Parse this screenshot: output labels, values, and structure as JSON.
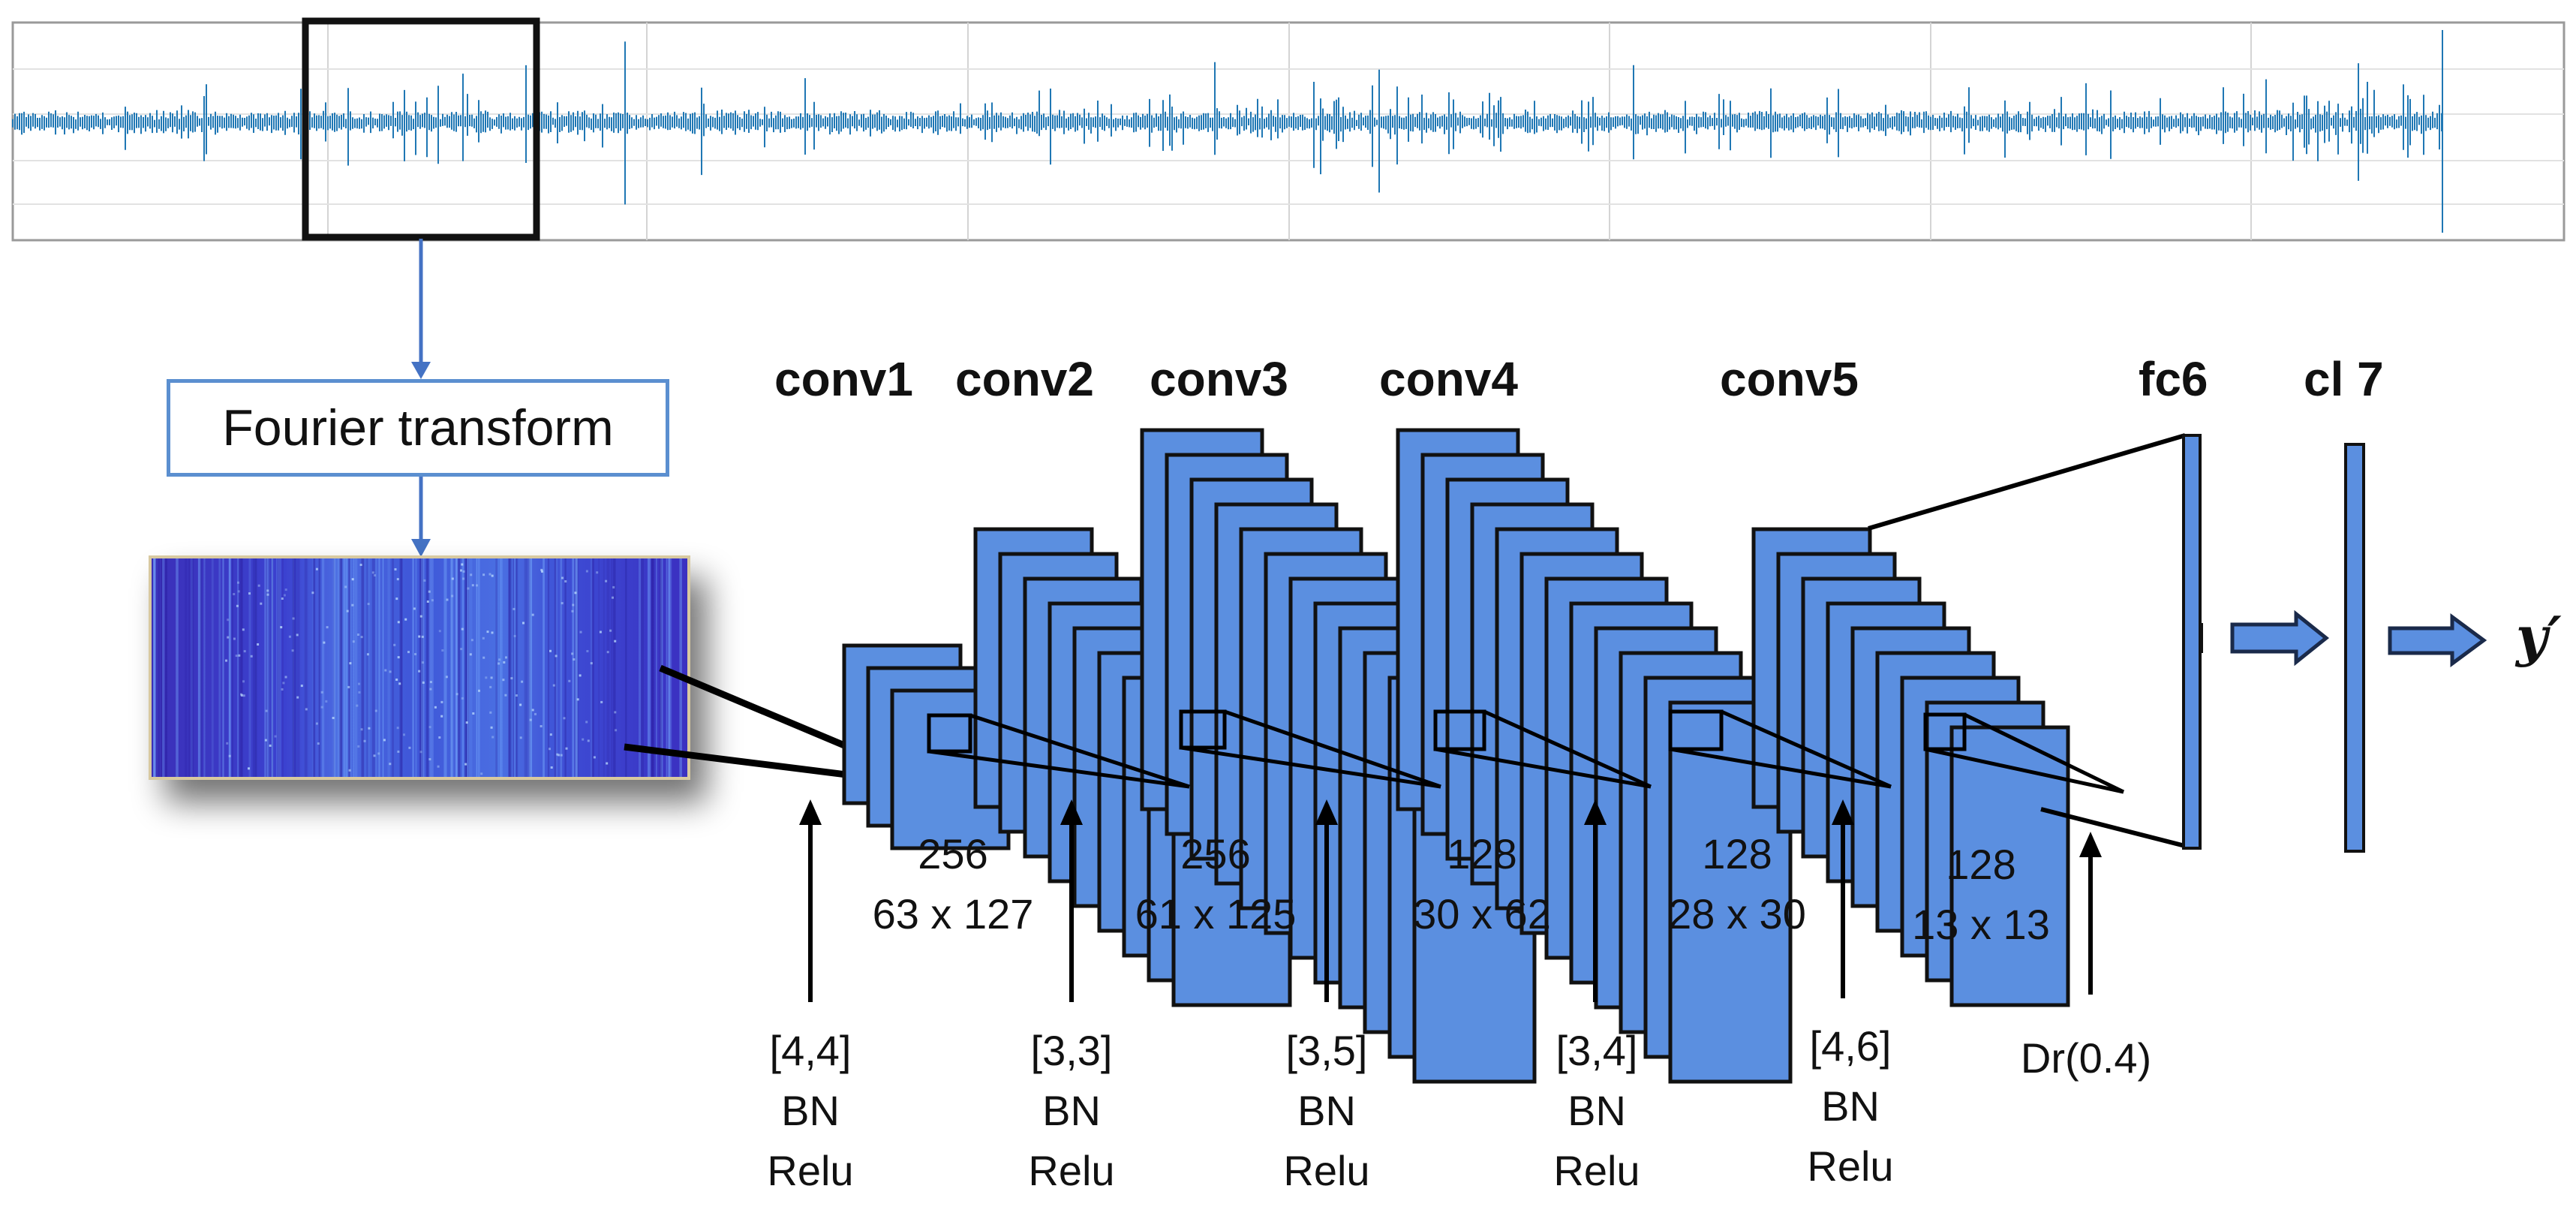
{
  "fourier_label": "Fourier transform",
  "output_label": "y′",
  "layers": [
    {
      "name": "conv1",
      "feature_maps": "256",
      "size": "63 x 127",
      "op": [
        "[4,4]",
        "BN",
        "Relu"
      ]
    },
    {
      "name": "conv2",
      "feature_maps": "256",
      "size": "61 x 125",
      "op": [
        "[3,3]",
        "BN",
        "Relu"
      ]
    },
    {
      "name": "conv3",
      "feature_maps": "128",
      "size": "30 x 62",
      "op": [
        "[3,5]",
        "BN",
        "Relu"
      ]
    },
    {
      "name": "conv4",
      "feature_maps": "128",
      "size": "28 x 30",
      "op": [
        "[3,4]",
        "BN",
        "Relu"
      ]
    },
    {
      "name": "conv5",
      "feature_maps": "128",
      "size": "13 x 13",
      "op": [
        "[4,6]",
        "BN",
        "Relu"
      ]
    },
    {
      "name": "fc6",
      "op": [
        "Dr(0.4)"
      ]
    },
    {
      "name": "cl 7"
    }
  ],
  "colors": {
    "waveform": "#1f77b4",
    "block_fill": "#5b8fe0",
    "block_stroke": "#111111",
    "fourier_border": "#5b8fd0",
    "spectrogram": "#3a3fd6",
    "arrow_blue": "#4472c4"
  },
  "icons": [
    "waveform-signal",
    "spectrogram-image",
    "right-arrow-icon",
    "up-arrow-icon"
  ]
}
